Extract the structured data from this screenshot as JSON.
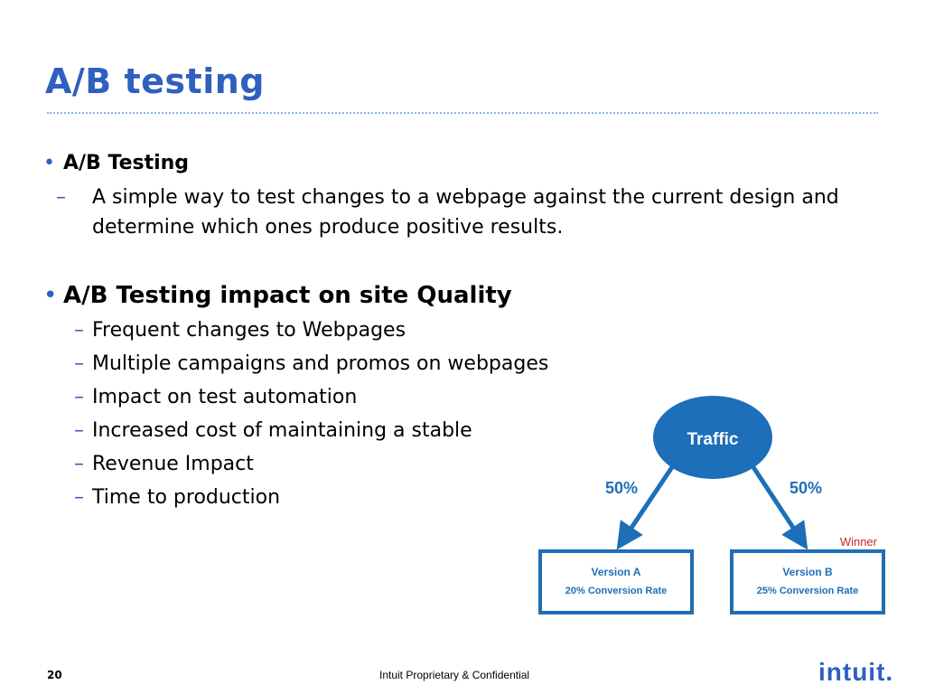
{
  "slide": {
    "title": "A/B testing",
    "bullet1": {
      "heading": "A/B Testing",
      "desc": "A simple way to test changes to a webpage against the current design and determine which ones produce positive results."
    },
    "bullet2": {
      "heading": "A/B Testing impact on site Quality",
      "items": [
        "Frequent changes to Webpages",
        "Multiple campaigns and promos on webpages",
        "Impact on test automation",
        "Increased cost of maintaining a stable",
        "Revenue Impact",
        "Time to production"
      ]
    }
  },
  "diagram": {
    "traffic": "Traffic",
    "left_pct": "50%",
    "right_pct": "50%",
    "winner": "Winner",
    "version_a": "Version A",
    "version_a_rate": "20% Conversion Rate",
    "version_b": "Version B",
    "version_b_rate": "25% Conversion Rate"
  },
  "footer": {
    "page_number": "20",
    "confidential": "Intuit Proprietary & Confidential",
    "logo": "intuit."
  },
  "colors": {
    "title_blue": "#2f5fbf",
    "diagram_blue": "#1c6fb8",
    "winner_red": "#c0282d"
  }
}
